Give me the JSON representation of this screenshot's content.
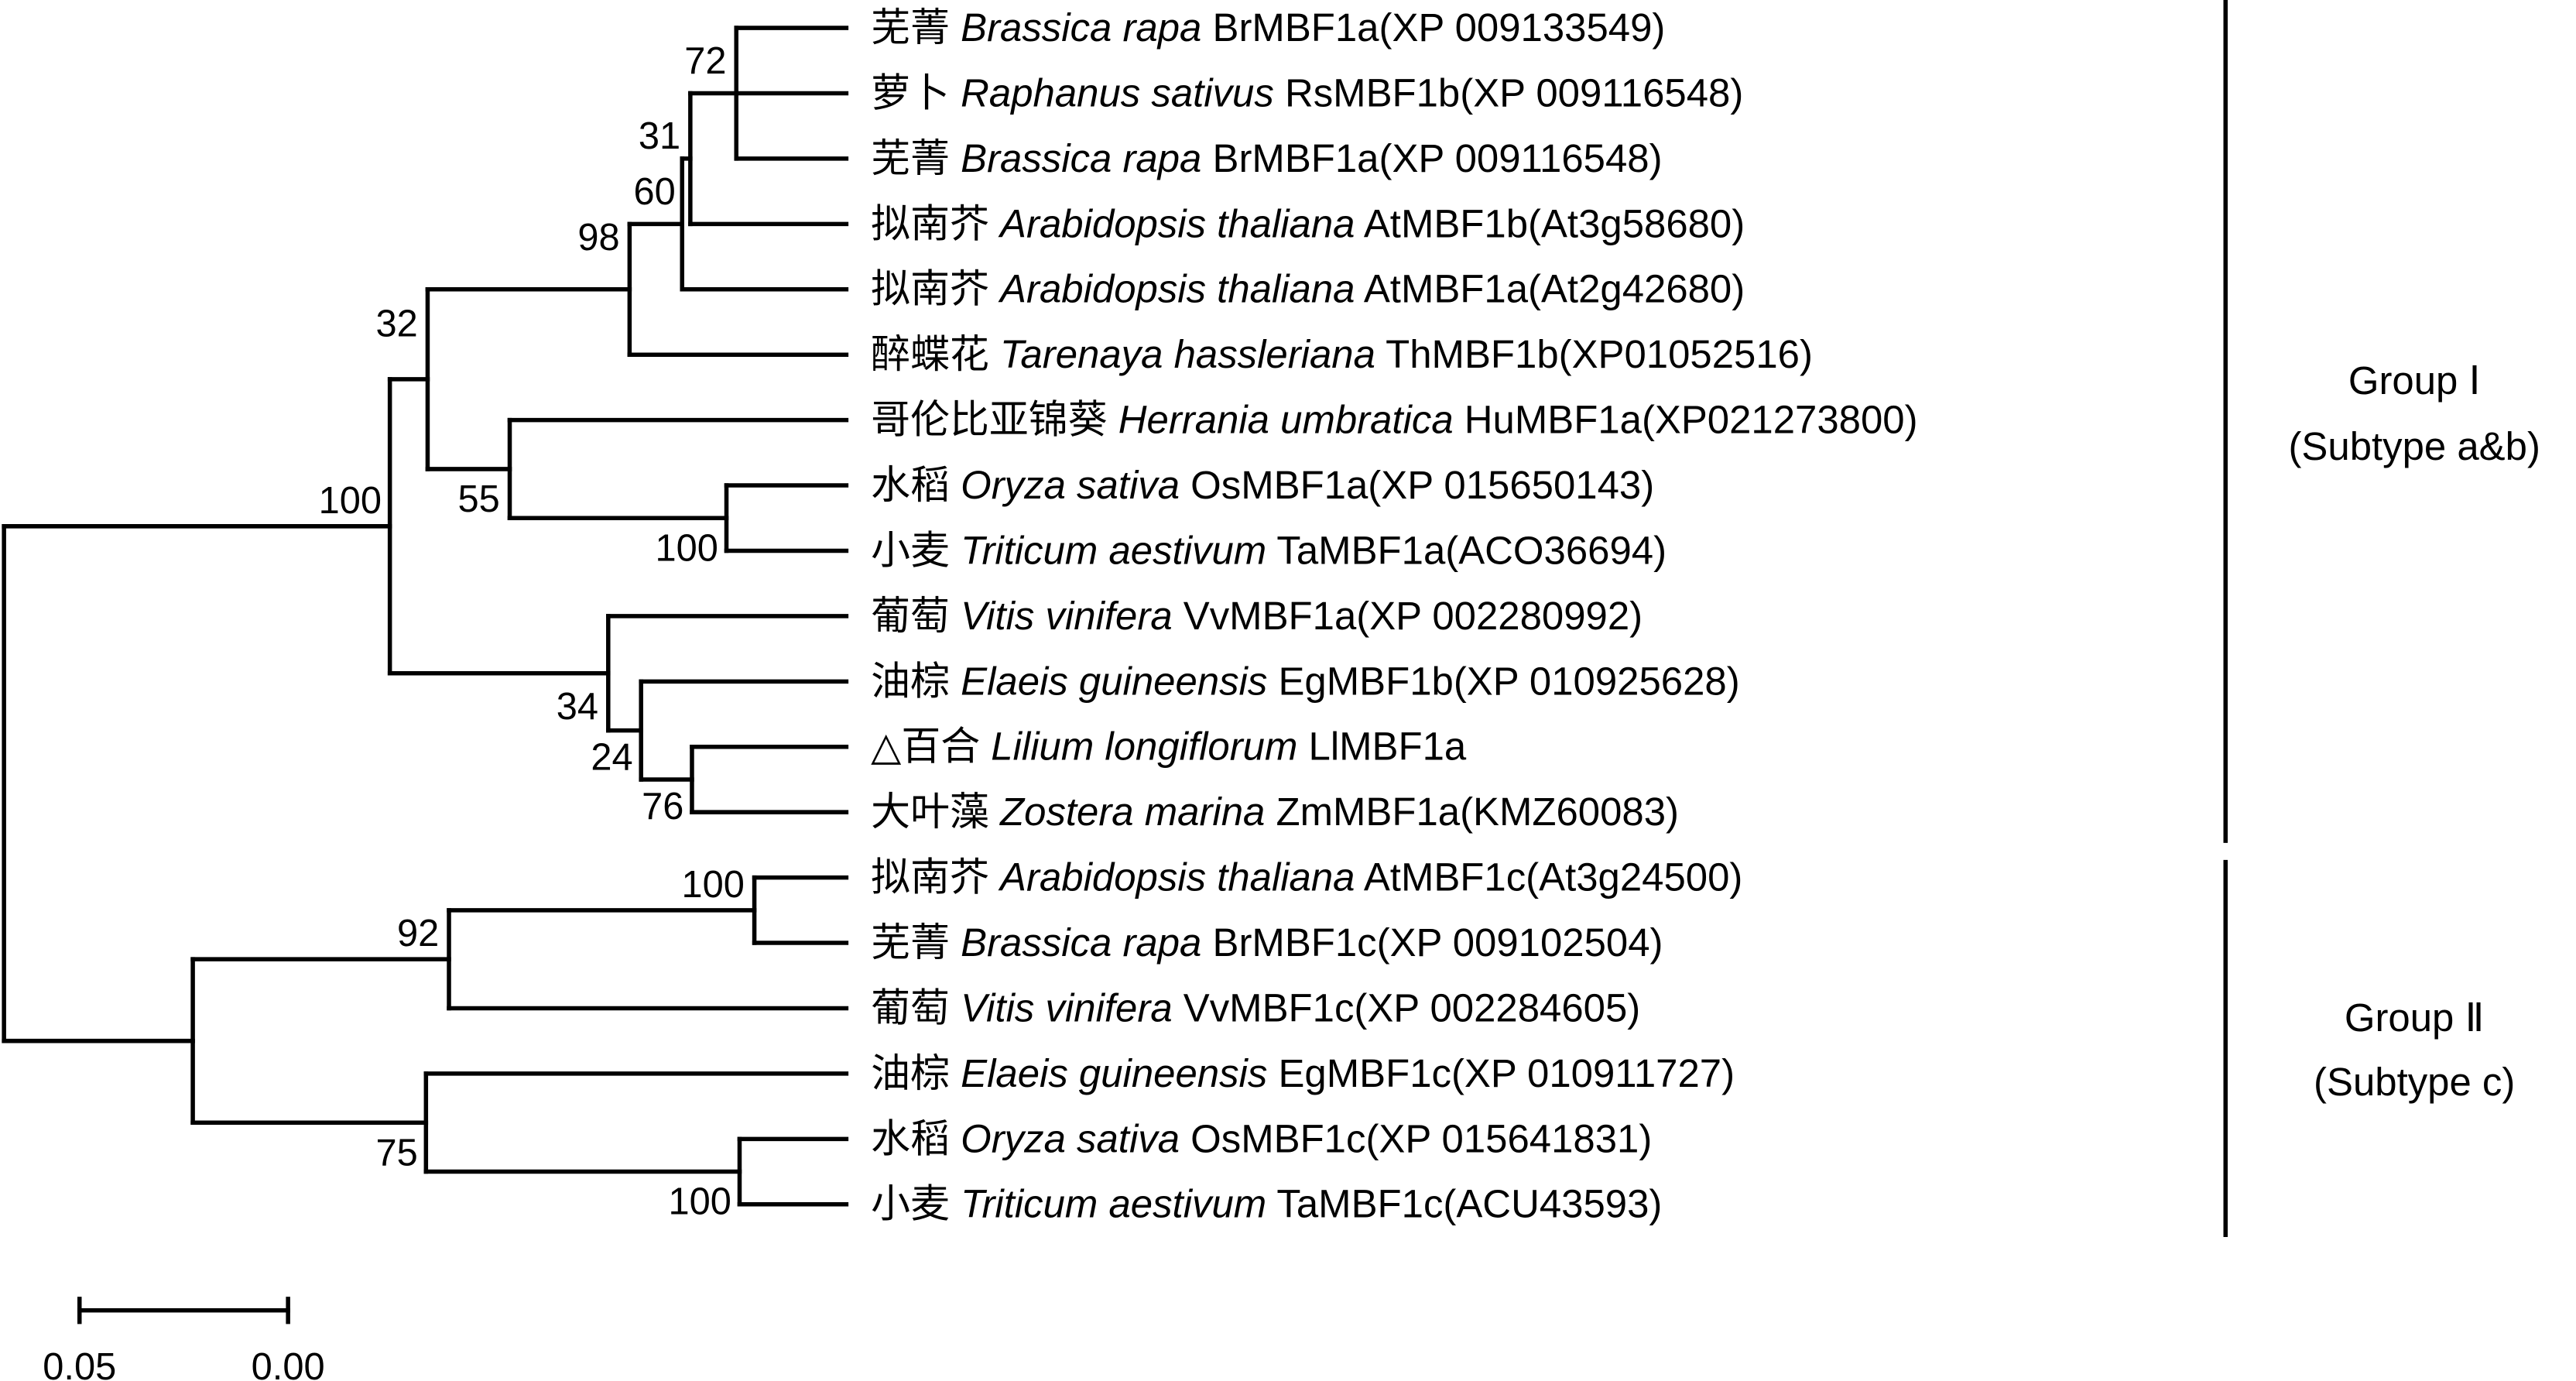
{
  "leaves": [
    {
      "cn": "芜菁",
      "species": "Brassica rapa",
      "gene": "BrMBF1a(XP 009133549)"
    },
    {
      "cn": "萝卜",
      "species": "Raphanus sativus",
      "gene": "RsMBF1b(XP 009116548)"
    },
    {
      "cn": "芜菁",
      "species": "Brassica rapa",
      "gene": "BrMBF1a(XP 009116548)"
    },
    {
      "cn": "拟南芥",
      "species": "Arabidopsis thaliana",
      "gene": "AtMBF1b(At3g58680)"
    },
    {
      "cn": "拟南芥",
      "species": "Arabidopsis thaliana",
      "gene": "AtMBF1a(At2g42680)"
    },
    {
      "cn": "醉蝶花",
      "species": "Tarenaya hassleriana",
      "gene": "ThMBF1b(XP01052516)"
    },
    {
      "cn": "哥伦比亚锦葵",
      "species": "Herrania umbratica",
      "gene": "HuMBF1a(XP021273800)"
    },
    {
      "cn": "水稻",
      "species": "Oryza sativa",
      "gene": "OsMBF1a(XP 015650143)"
    },
    {
      "cn": "小麦",
      "species": "Triticum aestivum",
      "gene": "TaMBF1a(ACO36694)"
    },
    {
      "cn": "葡萄",
      "species": "Vitis vinifera",
      "gene": "VvMBF1a(XP 002280992)"
    },
    {
      "cn": "油棕",
      "species": "Elaeis guineensis",
      "gene": "EgMBF1b(XP 010925628)"
    },
    {
      "cn": "△百合",
      "species": "Lilium longiflorum",
      "gene": "LlMBF1a"
    },
    {
      "cn": "大叶藻",
      "species": "Zostera marina",
      "gene": "ZmMBF1a(KMZ60083)"
    },
    {
      "cn": "拟南芥",
      "species": "Arabidopsis thaliana",
      "gene": "AtMBF1c(At3g24500)"
    },
    {
      "cn": "芜菁",
      "species": "Brassica rapa",
      "gene": "BrMBF1c(XP 009102504)"
    },
    {
      "cn": "葡萄",
      "species": "Vitis vinifera",
      "gene": "VvMBF1c(XP 002284605)"
    },
    {
      "cn": "油棕",
      "species": "Elaeis guineensis",
      "gene": "EgMBF1c(XP 010911727)"
    },
    {
      "cn": "水稻",
      "species": "Oryza sativa",
      "gene": "OsMBF1c(XP 015641831)"
    },
    {
      "cn": "小麦",
      "species": "Triticum aestivum",
      "gene": "TaMBF1c(ACU43593)"
    }
  ],
  "bootstrap": {
    "n72": "72",
    "n31": "31",
    "n60": "60",
    "n98": "98",
    "n32": "32",
    "n55": "55",
    "nOs": "100",
    "nA": "100",
    "n34": "34",
    "n24": "24",
    "n76": "76",
    "nC1": "100",
    "n92": "92",
    "n75": "75",
    "nC2": "100"
  },
  "groups": [
    {
      "name": "Group Ⅰ",
      "subtype": "(Subtype a&b)"
    },
    {
      "name": "Group Ⅱ",
      "subtype": "(Subtype c)"
    }
  ],
  "scale_bar": {
    "left_label": "0.05",
    "right_label": "0.00"
  }
}
